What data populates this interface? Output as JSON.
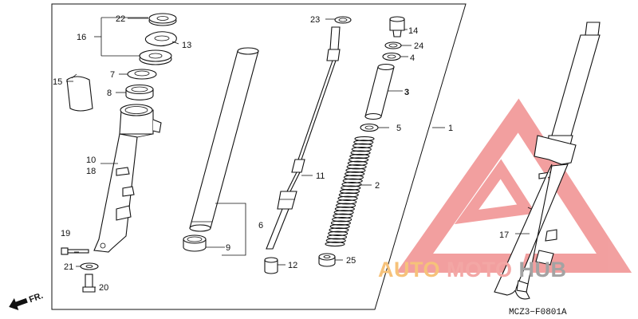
{
  "diagram": {
    "part_labels": {
      "p1": "1",
      "p2": "2",
      "p3": "3",
      "p4": "4",
      "p5": "5",
      "p6": "6",
      "p7": "7",
      "p8": "8",
      "p9": "9",
      "p10": "10",
      "p11": "11",
      "p12": "12",
      "p13": "13",
      "p14": "14",
      "p15": "15",
      "p16": "16",
      "p17": "17",
      "p18": "18",
      "p19": "19",
      "p20": "20",
      "p21": "21",
      "p22": "22",
      "p23": "23",
      "p24": "24",
      "p25": "25"
    },
    "direction_label": "FR.",
    "figure_code": "MCZ3−F0801A"
  },
  "watermark": {
    "part_auto": "AUTO",
    "part_moto": "MOTO",
    "part_hub": "HUB",
    "colors": {
      "auto": "#f6c27a",
      "moto": "#f3a7a5",
      "hub": "#a3a3a3",
      "logo": "#f08f8f"
    }
  }
}
